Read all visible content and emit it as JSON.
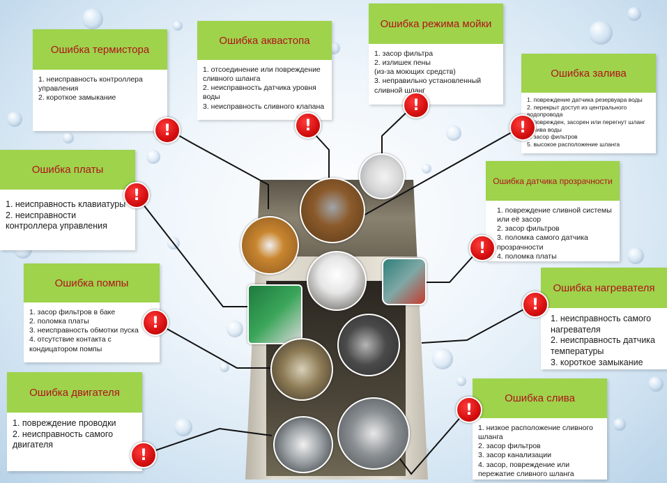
{
  "cards": [
    {
      "id": "thermistor",
      "title": "Ошибка термистора",
      "items": [
        "1. неисправность контроллера управления",
        "2. короткое замыкание"
      ]
    },
    {
      "id": "aquastop",
      "title": "Ошибка аквастопа",
      "items": [
        "1. отсоединение или повреждение сливного шланга",
        "2. неисправность датчика уровня воды",
        "3. неисправность сливного клапана"
      ]
    },
    {
      "id": "wash-mode",
      "title": "Ошибка режима мойки",
      "items": [
        "1. засор фильтра",
        "2. излишек пены",
        "(из-за моющих средств)",
        "3. неправильно установленный сливной шланг"
      ]
    },
    {
      "id": "fill",
      "title": "Ошибка залива",
      "items": [
        "1. повреждение датчика резервуара воды",
        "2. перекрыт доступ из центрального водопровода",
        "3. поврежден, засорен или перегнут шланг залива воды",
        "4. засор фильтров",
        "5. высокое расположение шланга"
      ]
    },
    {
      "id": "board",
      "title": "Ошибка платы",
      "items": [
        "1. неисправность клавиатуры",
        "2. неисправности контроллера управления"
      ]
    },
    {
      "id": "clarity",
      "title": "Ошибка датчика прозрачности",
      "items": [
        "1. повреждение сливной системы или её засор",
        "2. засор фильтров",
        "3. поломка самого датчика прозрачности",
        "4. поломка платы"
      ]
    },
    {
      "id": "pump",
      "title": "Ошибка помпы",
      "items": [
        "1. засор фильтров в баке",
        "2. поломка платы",
        "3. неисправность обмотки пуска",
        "4. отсутствие контакта с кондицатором помпы"
      ]
    },
    {
      "id": "heater",
      "title": "Ошибка нагревателя",
      "items": [
        "1. неисправность самого нагревателя",
        "2. неисправность датчика температуры",
        "3. короткое замыкание"
      ]
    },
    {
      "id": "motor",
      "title": "Ошибка двигателя",
      "items": [
        "1. повреждение проводки",
        "2. неисправность самого двигателя"
      ]
    },
    {
      "id": "drain",
      "title": "Ошибка слива",
      "items": [
        "1. низкое расположение сливного шланга",
        "2. засор фильтров",
        "3. засор канализации",
        "4. засор, повреждение или пережатие сливного шланга"
      ]
    }
  ],
  "badge_symbol": "!",
  "icons": {
    "badge": "exclamation-icon"
  },
  "colors": {
    "header_bg": "#9ed34b",
    "header_text": "#b0121c",
    "badge": "#d40e0e",
    "line": "#111111"
  }
}
